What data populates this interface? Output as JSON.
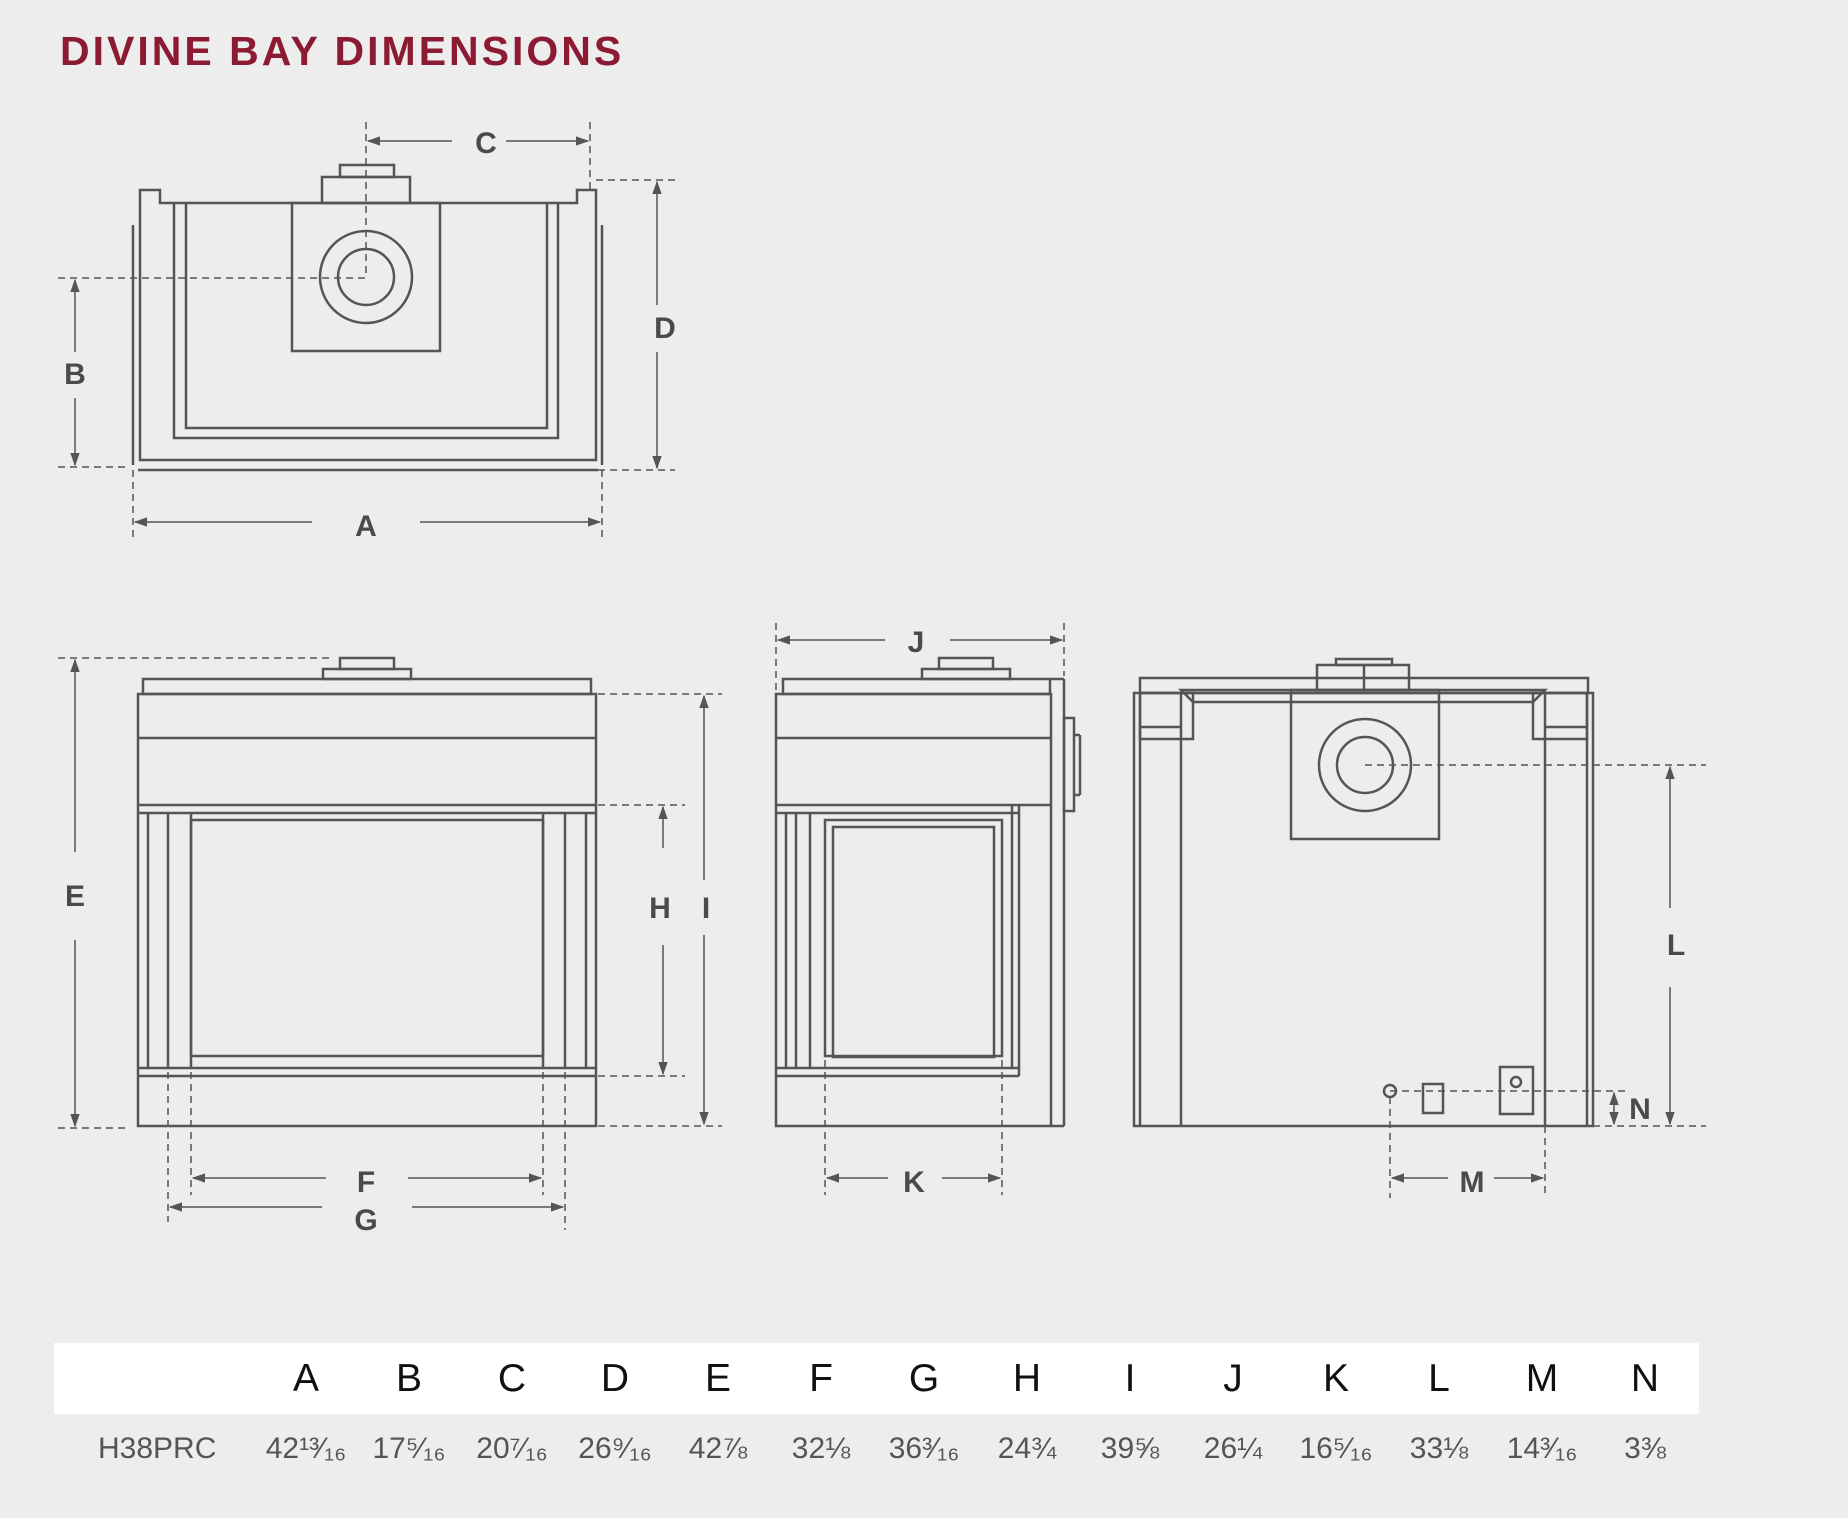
{
  "title": "DIVINE BAY DIMENSIONS",
  "diagram_labels": [
    "A",
    "B",
    "C",
    "D",
    "E",
    "F",
    "G",
    "H",
    "I",
    "J",
    "K",
    "L",
    "M",
    "N"
  ],
  "table": {
    "headers": [
      "A",
      "B",
      "C",
      "D",
      "E",
      "F",
      "G",
      "H",
      "I",
      "J",
      "K",
      "L",
      "M",
      "N"
    ],
    "rows": [
      {
        "model": "H38PRC",
        "values": [
          "42¹³⁄₁₆",
          "17⁵⁄₁₆",
          "20⁷⁄₁₆",
          "26⁹⁄₁₆",
          "42⅞",
          "32⅛",
          "36³⁄₁₆",
          "24¾",
          "39⅝",
          "26¼",
          "16⁵⁄₁₆",
          "33⅛",
          "14³⁄₁₆",
          "3⅜"
        ]
      }
    ]
  }
}
